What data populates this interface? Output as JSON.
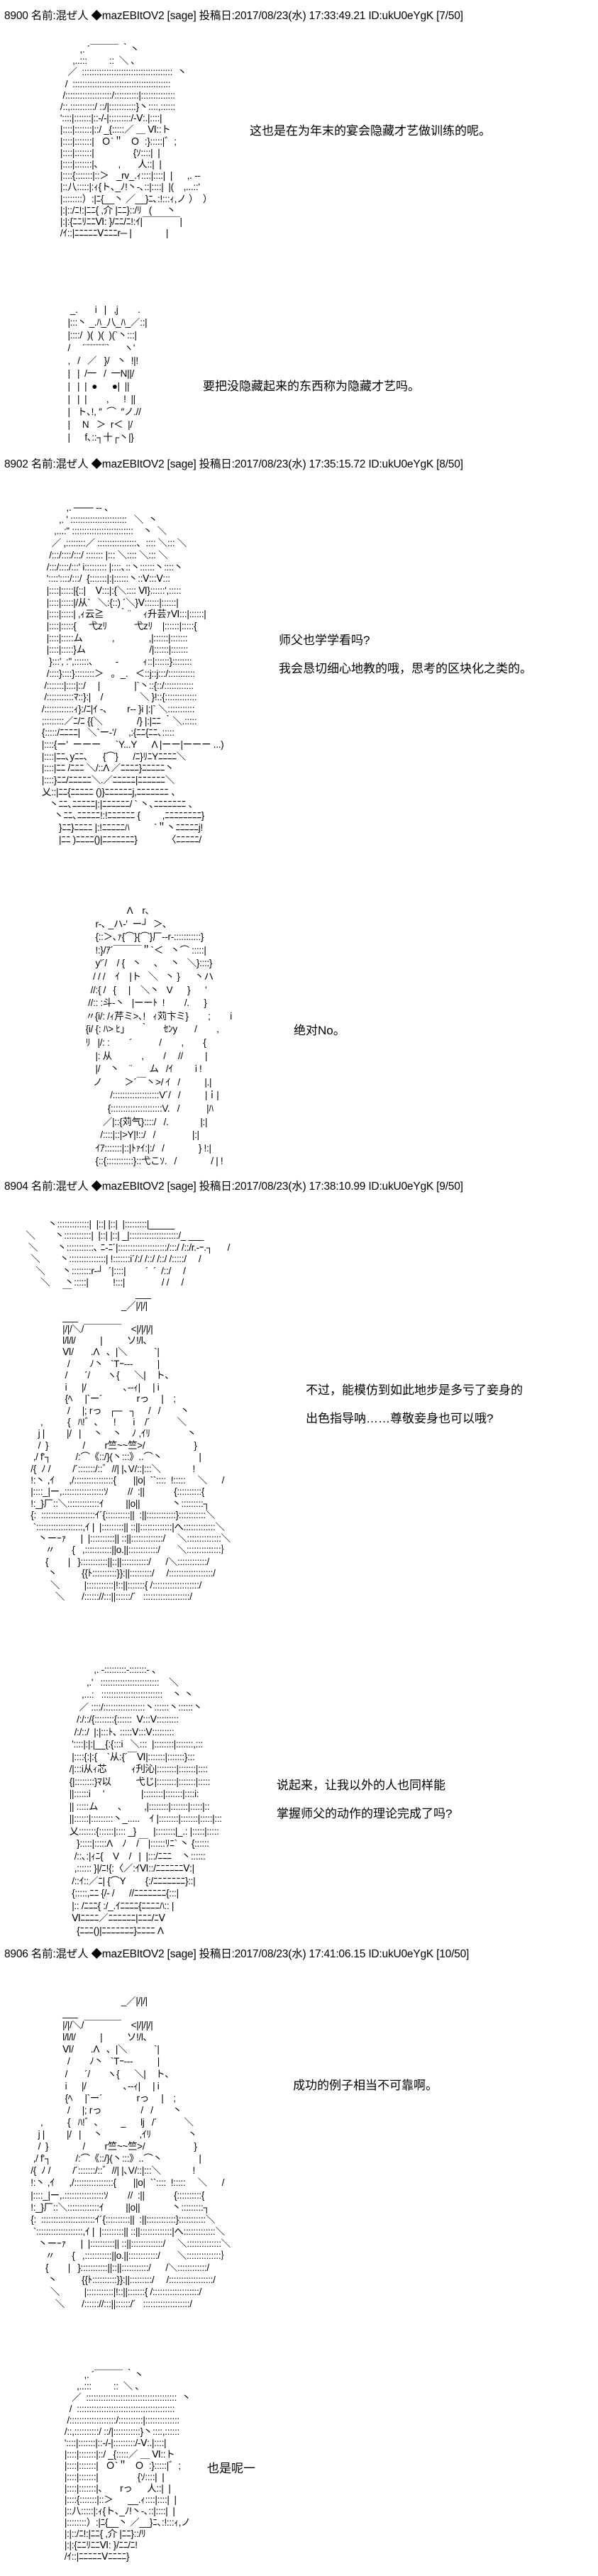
{
  "posts": [
    {
      "header": "8900 名前:混ぜ人 ◆mazEBItOV2 [sage] 投稿日:2017/08/23(水) 17:33:49.21 ID:ukU0eYgK [7/50]"
    },
    {
      "header": "8902 名前:混ぜ人 ◆mazEBItOV2 [sage] 投稿日:2017/08/23(水) 17:35:15.72 ID:ukU0eYgK [8/50]"
    },
    {
      "header": "8904 名前:混ぜ人 ◆mazEBItOV2 [sage] 投稿日:2017/08/23(水) 17:38:10.99 ID:ukU0eYgK [9/50]"
    },
    {
      "header": "8906 名前:混ぜ人 ◆mazEBItOV2 [sage] 投稿日:2017/08/23(水) 17:41:06.15 ID:ukU0eYgK [10/50]"
    }
  ],
  "messages": [
    "这也是在为年末的宴会隐藏才艺做训练的呢。",
    "要把没隐藏起来的东西称为隐藏才艺吗。",
    "师父也学学看吗?",
    "我会恳切细心地教的哦，思考的区块化之类的。",
    "绝对No。",
    "不过，能模仿到如此地步是多亏了妾身的",
    "出色指导呐……尊敬妾身也可以哦?",
    "说起来，让我以外的人也同样能",
    "掌握师父的动作的理论完成了吗?",
    "成功的例子相当不可靠啊。",
    "也是呢一"
  ],
  "arts": [
    [
      "          ,. ´￣￣￣ ｀丶",
      "       ,..:::         ::  ＼ ､",
      "     ／  :::::::::::::::::::::::::::::::::::::  丶",
      "    /  ::::::::::::::::::::::::::::::::::::::::",
      "   /:::::::::::::::::::/::::::::::|::::::::::::::",
      "  /::,::::::::::/ ::/|:::::::::::}丶::::,::::::",
      "  '::::|:::::::|::-/-|:::::::::/-Ⅴ:.|::::|",
      "  |::::|:::::::|::/ _{:::::／ ＿ Ⅵ::ト",
      "  |::::|:::::::|   Ｏ`＂   Ｏ  :}:::::|゛;",
      "  |::::|:::::::|                {ｿ::::|  |",
      "  |::::|:::::::|､        ,       人::|  |",
      "  |::::{:::::::|::＞   _rv_.ｨ::::|::::|  |      ,. --",
      "  |::八:::::|:ｨ{ト､_ﾉ!丶-､::|::::|  |(    ,...::'",
      "  |::::::::）:|ﾆ{__丶 ／__}ﾆ､:!:::ｨ,ノ ）  ）",
      "  |:|::/ﾆ!:|ﾆﾆ{ ,介 |ﾆﾆ}::/ﾘ   (      丶",
      "  |:|:{ﾆﾆﾘﾆﾆⅥ: }/ﾆﾆ/ﾆ!:ｲ|￣￣￣￣|",
      "  /ｲ::|ﾆﾆﾆﾆﾆⅤﾆﾆﾆr─ |              |"
    ],
    [
      "  _.       i   |   ,j        .",
      " |:::丶 _.ﾊ_八_ﾊ_／::|",
      " |::::/  )(  )(  )(`丶:::|",
      " /     ´¨¨¨¨¨¨¨`      ヽ'",
      " ,   /   ／   }/   丶  !|!",
      " |   |  /一   /  一N||/",
      " |   |  |  ●      ●|  ||",
      " |   |  |        ,      !  ||",
      " |   ト､!, ″  ⌒  ″ノ.//",
      " |     N   ＞  r＜  |/",
      " |      f､::┐十┌丶|}"
    ],
    [
      "            ,. ─── -- 、",
      "         ,. ' :::::::::::::::::::::::   ＼  丶",
      "       ,...:'' :::::::::::::::::::::::::    丶  ＼",
      "      ／ ,::::::::／ ::::::::::::::::、:::: ＼::: ＼",
      "     /:::/::::/:::/ ::::::: |::: ＼:::: ＼::: ＼",
      "    /:::/::::/:::' i::::::::: |::::､::丶::::::丶::::丶",
      "    '::::'::::/:::/  {:::::::|:|::::::丶::Ⅴ:::Ⅴ:::",
      "    |::::|:::::|{::|    Ⅴ:::|:{＼:::: Ⅵ}::::::',:::::",
      "    |::::|:::::|/从`   ＼:{::) ´＼}Ⅴ::::::|::::::|",
      "    |::::|:::::| ,ｨ云≧      ｀¨     ｨ升芸ｧⅥ:::|::::::|",
      "    |::::|:::::{     弋zﾘ           弋zﾘ    |::::::|:::::{",
      "    |::::|:::::ム            ,              ,|::::::|:::::::",
      "    |::::|:::::}ム                          /|::::::|:::::::",
      "     }:::', :'',::::::､         -          ｨ::|::::::}::::::::",
      "    /::::}::::}::::::::＞   。_.   ＜::j::j:::/:::::::::::",
      "   /:::::::|::::|::/     |              |`丶::{::/::::::::::::",
      "   /:::::::::::ﾏ::}:|    /               ＼ }!::{:::::::::::::",
      "  /::::::::::::ｨ}:/ﾆ|ｲ -､        r-- }i |:|` ＼:::::::::::",
      "  ;::::::::／ﾆ/ﾆ {{＼              /} |:|ﾆﾆ ｀＼.:::::",
      "  {:::::/ﾆﾆﾆﾆ|   ＼`ー-'/     ,:{ﾆﾆ{ﾆﾆ､:::::",
      "  |::::{ー'  ーーー      `Y...Y      Λ |ーー|ーーー ...)",
      "  |::::|ﾆﾆ､yﾆﾆ､      {⌒}      /ﾆ}ﾘﾆYﾆﾆﾆﾆ＼",
      "  |::::|ﾆﾆ /ﾆﾆﾆ ＼/::Λ ／ﾆﾆﾆﾆ}ﾆﾆﾆﾆﾆ丶",
      "  |::::}ﾆﾆ/ﾆﾆﾆﾆﾆ＼.／ﾆﾆﾆﾆﾆ|ﾆﾆﾆﾆﾆﾆ＼",
      "  乂::|ﾆﾆ{ﾆﾆﾆﾆﾆ ()}ﾆﾆﾆﾆﾆﾆj,ﾆﾆﾆﾆﾆﾆﾆ 、",
      "     丶ﾆﾆ､ﾆﾆﾆﾆﾆ|:|ﾆﾆﾆﾆﾆﾆ/ ` 丶､ﾆﾆﾆﾆﾆﾆﾆ 、",
      "       丶ﾆﾆ､ﾆﾆﾆﾆﾆ!:!ﾆﾆﾆﾆﾆﾆ {         ,ﾆﾆﾆﾆﾆﾆﾆﾆ}",
      "         }ﾆﾆ}ﾆﾆﾆﾆ |:!ﾆﾆﾆﾆﾆﾊ          `＂丶ﾆﾆﾆﾆﾆj!",
      "         |ﾆﾆ )ﾆﾆﾆﾆ()|ﾆﾆﾆﾆﾆﾆﾆ}            〈ﾆﾆﾆﾆﾆ/"
    ],
    [
      "                       Λ    r､",
      "          r-､ _ハ-'  ー┘  ＞､",
      "          {::＞､ｧ{⌒}{⌒}厂--r-:::::::::::}",
      "          !:}/ｱ´￣￣￣＂`＜   丶⌒ :::::|",
      "          y'´/    / {   丶     、   丶   ＼}::::}",
      "         / / /    ｲ    |ト   ＼   丶 }      丶ハ",
      "        //:{ /   {     |    ＼丶   V      }      '",
      "       //:: :斗-丶   |ーーﾄ  !        /.      }",
      "      〃{i/: /ｨ芹ミ>､!   ｨ苅卞ミ}        ;        i",
      "      {i/ {: ﾊ> ﾋ｣      ｀      ｾﾝy       /        ,",
      "      ﾘ   |/: :        ´           /        ,        {",
      "          |: 从            ,        /     //         |",
      "          |/    丶    ¨       ム   /ｲ         i !",
      "         ノ         ＞´￣丶>/ ｲ   /          |.|",
      "                /:::::::::::::::::::V´/   /          |ｉ|",
      "               {:::::::::::::::::::::V.   /           |ﾊ",
      "             ／|::{苅气}::::/   /.             |:|",
      "            /::::|::|>Y|!::/   /               |:|",
      "          ｲｱ:::::::|::|ﾄｧｲ:|:/   /              } !:|",
      "          {::{:::::::::::}::弋こｿ.   /              / | !"
    ],
    [
      "            丶:::::::::::::|  |::| |::|  |:::::::::|_____",
      "   ＼        丶:::::::::::|  |::| |::| _|::::::::::::::::::::/_ ___",
      "    ＼        丶:::::::::::､ ﾆ-ﾆ´|::::::::::::::::::::/:::/ /::/r.-ｰ.┐      /",
      "     ＼        丶:::::::::::::::| !:::::::i´/:/ /::/ /::/ /:::::/     /",
      "       ＼       丶::::::::r-┘  ´|::::|        ´  ´  /::/     /",
      "         ＼      丶:::::|          !:::|               / /     /",
      "                  ￣                          ___",
      "                                          _／|/|/|",
      "                  ___",
      "                  |/|/＼/￣￣￣￣    <|/|/|/|",
      "                  l/l/l/          |          ソ!/l､",
      "                  Ⅵ/       .Λ   、|＼           `|",
      "                    /        ﾉ丶   `Tｰ---          |",
      "                   /       ´/       ヽ{      ＼|    ト､",
      "                   i      |/               ､--ｨ|     | i",
      "                   {ﾍ     |`ー´              rっ     |    ;",
      "                    /     |; rっ   ┌─   ┐     /   /        丶",
      "         ,          {   ﾊ!゛､      !       i    /´           ＼",
      "        j |         |/   |     丶    丶    ﾉ ,ｲﾘ               丶",
      "        /  }              /        r竺~~竺>/                    }",
      "      ,/ f'┐          /:⌒《::/}(丶:::》..⌒丶               |",
      "     /{  ﾉ /         /´:::::::/::゛//| |､V/::|:::＼             !",
      "     !:丶 ,ｲ      ,/::::::::::::::::{       ||o|  ``::::  !:::::     ＼      /",
      "     |::::_|ー,.::::::::::::::::ｿ        //  :||            {::::::::::{",
      "     !:_}厂::＼:::::::::::::ｲ         ||o||             丶:::::::::┐",
      "     {:  ::::::::::::::::::::::ｲ´{::::::::::||  :||::::::::::::}:::::::::::＼",
      "      `:::::::::::::::::::,ｲ |  |:::::::::|| ::||:::::::::::::|へ:::::::::::::＼",
      "        丶ーｰｧ      |  |::::::::::|| ::||:::::::::::::/     ＼::::::::::::::＼",
      "           〃       {   ,:::::::::::||o.||::::::::::::/       ＼::::::::::::::｝",
      "           {        |   }:::::::::::||::||:::::::::::/      /＼::::::::::::/",
      "            丶          {{ﾄ::::::::::}}:||:::::::::/     /::::::::::::::::::/",
      "             ＼          |:::::::::::|!::||:::::::{ /:::::::::::::::::::/",
      "               ＼       /:::::://:::||::::::/´   :::::::::::::::::::/"
    ],
    [
      "              ,. -:::::::::-:::::::- 、",
      "           ,.'   ::::::::::::::::::::::::    ＼",
      "         ,...:   :::::::::::::::::::::::::    丶 丶",
      "        ／ ::::/:::::::::::::::::丶::::::丶::::::丶",
      "       /:/::/{::::::::{::::::  Ⅴ:::Ⅴ:::::::::",
      "      /:/::/  |:|:::ﾄ､ :::::Ⅴ:::Ⅴ:::::::::",
      "     '::::|:|:|__{:{:::i   ＼:::  |::::::::|:::::::,:::",
      "     |::::{:|:{    `从:{´￣Ⅵ|:::::::|:::::::}:::",
      "    /|:::i从ｨ芯          ｨ刋沁|::::::::|:::::::|::::",
      "    {|::::::::}ﾏ以          弋じ|::::::::|:::::::|:::::",
      "    ||::::::i     '               |::::::::|:::::::|::::i:",
      "    || :::::ム        、       ,|::::::::|:::::::|:::::|::",
      "    ||::::::|:::::::::丶_.....    ｲ |::::::::|:::::::|:::::|:::",
      "    乂:::::::{::::::|:::: _}       |::::::::|_.: |:::::|:::::",
      "       }:::::|:::::Λ    ﾉ    /￣|::::::ﾘﾆ` 丶 {::::::",
      "      /::､:|ｨﾆ{    V    /   |  |:::/ﾆﾆﾆ    丶::::::",
      "      ,:::::: }|/ﾆ!{:〈／:ｲⅥ::/ﾆﾆﾆﾆﾆﾆⅤ:|",
      "     /::ｲ::／ﾆ| {⌒Y        {:/ﾆﾆﾆﾆﾆﾆﾆ}::|",
      "     {:::::,ﾆﾆ {/- /      //ﾆﾆﾆﾆﾆﾆﾆ{:::|",
      "     |:: /ﾆﾆﾆ{ :/_.ｲﾆﾆﾆﾆ{ﾆﾆﾆﾆﾊ:: |",
      "     Ⅵﾆﾆﾆﾆ／ﾆﾆﾆﾆﾆﾆ|ﾆﾆﾆ/ﾆⅤ",
      "       {ﾆﾆﾆ()|ﾆﾆﾆﾆﾆﾆﾆ}ﾆﾆﾆﾆ Λ"
    ],
    [
      "                                          _／|/|/|",
      "                  ___",
      "                  |/|/＼/￣￣￣￣    <|/|/|/|",
      "                  l/l/l/          |          ソ!/l､",
      "                  Ⅵ/       .Λ   、|＼           `|",
      "                    /        ﾉ丶   `Tｰ---          |",
      "                   /       ´/       ヽ{      ＼|    ト､",
      "                   i      |/               ､--ｨ|     | i",
      "                   {ﾍ     |`ー´              rっ     |    ;",
      "                    /     |; rっ                /   /        丶",
      "         ,          {   ﾊ!゛､         _      lj   /´           ＼",
      "        j |         |/   |     丶               ,ｲﾘ               丶",
      "        /  }              /        r竺~~竺>/                    }",
      "      ,/ f'┐          /:⌒《::/}(丶:::》..⌒丶               |",
      "     /{  ﾉ /         /´:::::::/::゛//| |､V/::|:::＼             !",
      "     !:丶 ,ｲ      ,/::::::::::::::::{       ||o|  ``::::  !:::::     ＼      /",
      "     |::::_|ー,.::::::::::::::::ｿ        //  :||            {::::::::::{",
      "     !:_}厂::＼:::::::::::::ｲ         ||o||             丶:::::::::┐",
      "     {:  ::::::::::::::::::::::ｲ´{::::::::::||  :||::::::::::::}:::::::::::＼",
      "      `:::::::::::::::::::,ｲ |  |:::::::::|| ::||:::::::::::::|へ:::::::::::::＼",
      "        丶ーｰｧ      |  |::::::::::|| ::||:::::::::::::/     ＼::::::::::::::＼",
      "           〃       {   ,:::::::::::||o.||::::::::::::/       ＼::::::::::::::｝",
      "           {        |   }:::::::::::||::||:::::::::::/      /＼::::::::::::/",
      "            丶          {{ﾄ::::::::::}}:||:::::::::/     /::::::::::::::::::/",
      "             ＼          |:::::::::::|!::||:::::::{ /:::::::::::::::::::/",
      "               ＼       /:::::://:::||::::::/´   :::::::::::::::::::/"
    ],
    [
      "          ,. ´￣￣￣ ｀丶",
      "       ,..:::         ::  ＼ ､",
      "     ／  :::::::::::::::::::::::::::::::::::::  丶",
      "    /  ::::::::::::::::::::::::::::::::::::::::",
      "   /:::::::::::::::::::/::::::::::|::::::::::::::",
      "  /::,::::::::::/ ::/|:::::::::::}丶::::,::::::",
      "  '::::|:::::::|::-/-|:::::::::/-Ⅴ:.|::::|",
      "  |::::|:::::::|::/ _{:::::／ ＿ Ⅵ::ト",
      "  |::::|:::::::|   Ｏ`＂   Ｏ  :}:::::|゛;",
      "  |::::|:::::::|                {ｿ::::|  |",
      "  |::::|:::::::|､       rっ      人::|  |",
      "  |::::{:::::::|::＞      __.ｨ::::|::::|  |",
      "  |::八:::::|:ｨ{ト､_ﾉ!丶-､::|::::|  |",
      "  |::::::::）:|ﾆ{__丶 ／__}ﾆ､:!:::ｨ,ノ",
      "  |:|::/ﾆ!:|ﾆﾆ{ ,介 |ﾆﾆ}::/ﾘ",
      "  |:|:{ﾆﾆﾘﾆﾆⅥ: }/ﾆﾆ/ﾆ!",
      "  /ｲ::|ﾆﾆﾆﾆﾆⅤﾆﾆﾆﾆ}"
    ]
  ]
}
